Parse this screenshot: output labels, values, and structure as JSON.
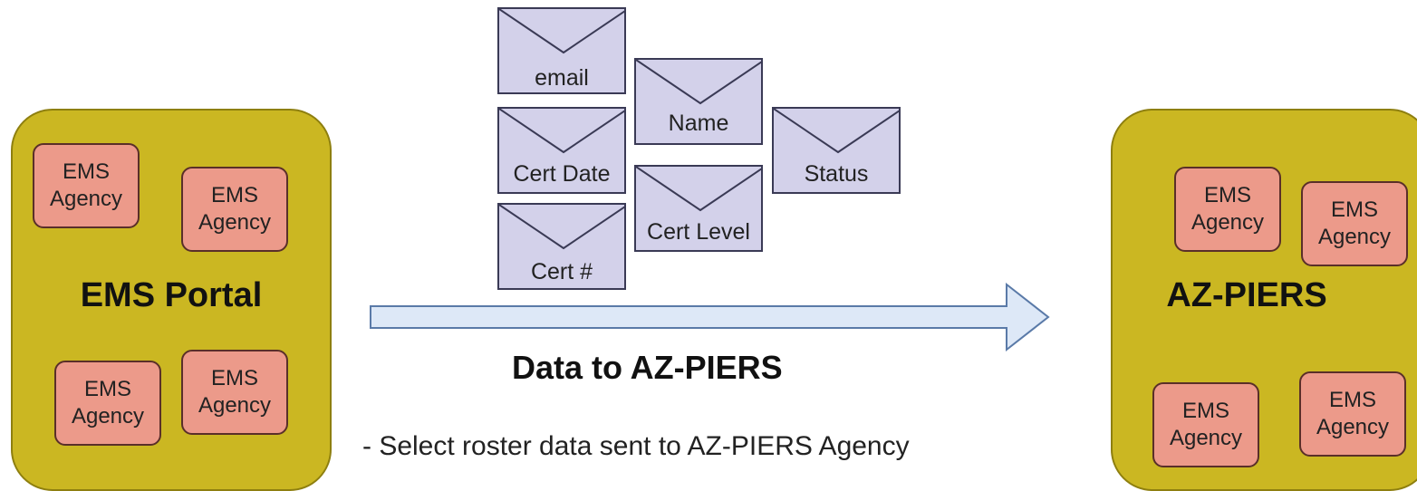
{
  "left_system": {
    "title": "EMS Portal",
    "agencies": [
      "EMS\nAgency",
      "EMS\nAgency",
      "EMS\nAgency",
      "EMS\nAgency"
    ]
  },
  "right_system": {
    "title": "AZ-PIERS",
    "agencies": [
      "EMS\nAgency",
      "EMS\nAgency",
      "EMS\nAgency",
      "EMS\nAgency"
    ]
  },
  "data_fields": [
    "email",
    "Name",
    "Cert Date",
    "Status",
    "Cert Level",
    "Cert #"
  ],
  "flow": {
    "label": "Data to AZ-PIERS",
    "note": "- Select roster data sent to AZ-PIERS Agency"
  },
  "colors": {
    "system_fill": "#cbb722",
    "agency_fill": "#ec9a8a",
    "envelope_fill": "#d3d1ea",
    "arrow_fill": "#dde8f7"
  }
}
